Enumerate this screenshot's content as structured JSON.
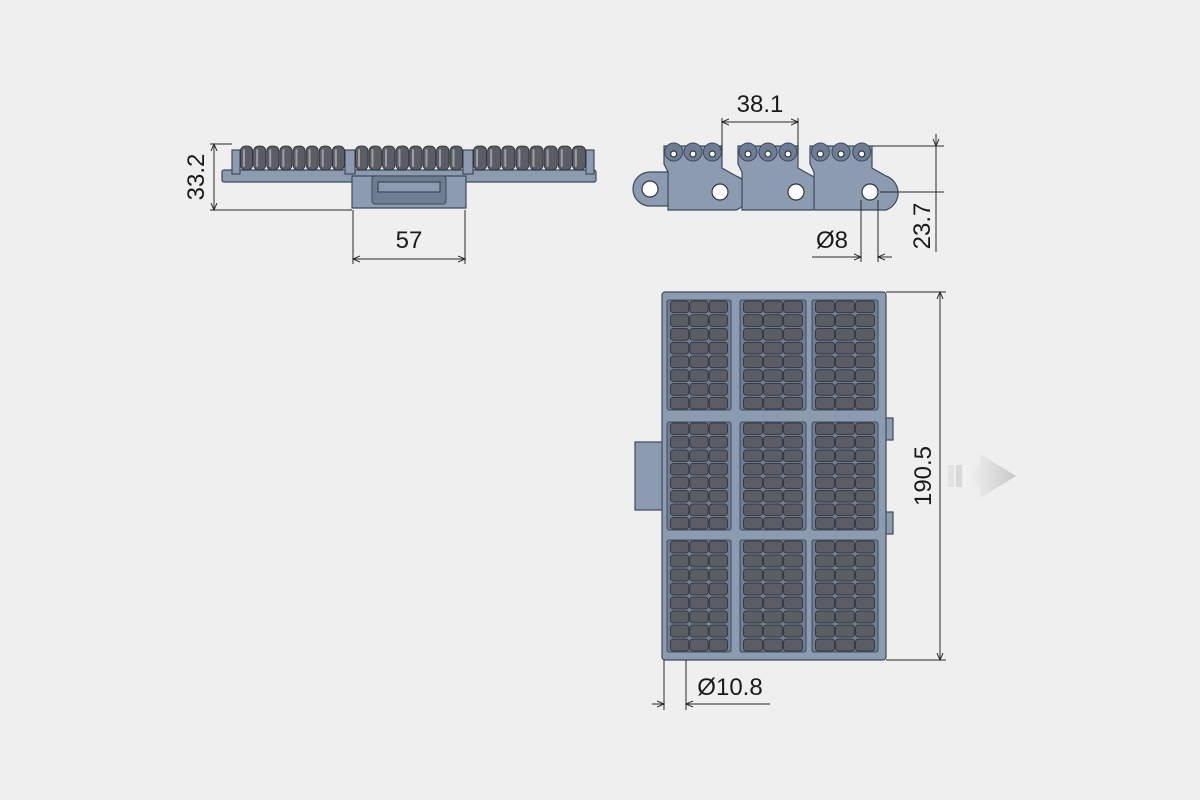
{
  "colors": {
    "background": "#efefef",
    "module": "#8d9bb0",
    "roller": "#5a5d63",
    "arrow": "#cfcfcf"
  },
  "dimensions": {
    "height_side": "33.2",
    "width_side": "57",
    "pitch": "38.1",
    "pin_diameter": "Ø8",
    "link_height": "23.7",
    "module_width": "190.5",
    "hole_diameter": "Ø10.8"
  },
  "icons": {
    "direction": "arrow-right-icon"
  }
}
